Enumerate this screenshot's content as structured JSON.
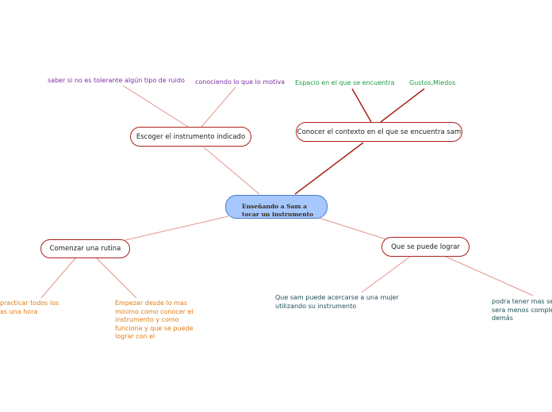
{
  "colors": {
    "central_fill": "#a6c8ff",
    "node_border": "#a8201a",
    "thin_connector": "#e2958f",
    "thick_connector": "#a8201a",
    "leaf_purple": "#7b2fa3",
    "leaf_green": "#1f9a46",
    "leaf_orange": "#e07b15",
    "leaf_teal": "#1d4f54"
  },
  "central": {
    "text": "Enseñando a Sam a\ntocar un instrumento"
  },
  "topics": {
    "escoger": {
      "label": "Escoger el instrumento indicado",
      "children": {
        "ruido": "saber si no es tolerante algún tipo de ruido",
        "motiva": "conociendo lo que lo motiva"
      }
    },
    "contexto": {
      "label": "Conocer el contexto en el que se encuentra sam",
      "children": {
        "espacio": "Espacio en el que se encuentra",
        "gustos": "Gustos,Miedos"
      }
    },
    "rutina": {
      "label": "Comenzar una rutina",
      "children": {
        "practicar": "practicar todos los\nas una hora",
        "empezar": "Empezar desde lo mas\nminimo como conocer el\ninstrumento y como\nfunciona y que se puede\nlograr con el"
      }
    },
    "lograr": {
      "label": "Que se puede lograr",
      "children": {
        "acercarse": "Que sam puede acercarse a una mujer\nutilizando su   instrumento",
        "completo": "podra tener mas se\nsera menos comple\ndemás"
      }
    }
  }
}
